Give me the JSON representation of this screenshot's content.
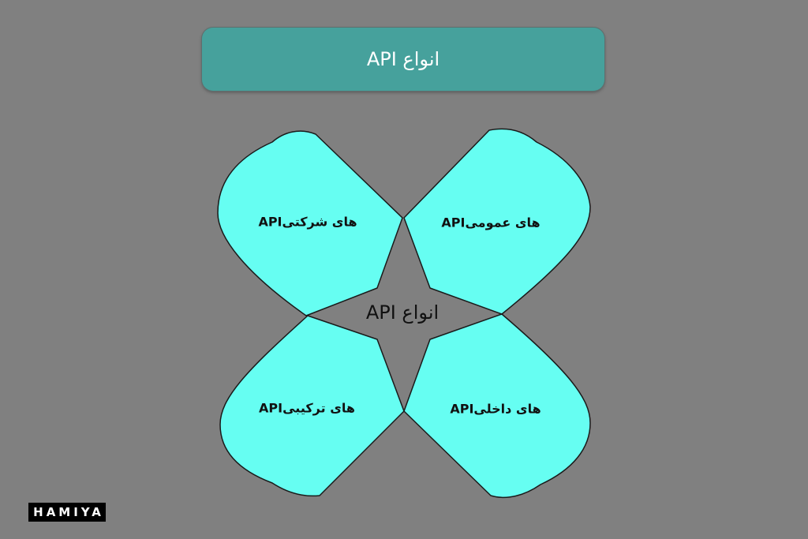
{
  "header": {
    "title": "انواع API"
  },
  "diagram": {
    "center_label": "انواع API",
    "petals": [
      {
        "id": "corporate",
        "label": "APIهای شرکتی"
      },
      {
        "id": "public",
        "label": "APIهای عمومی"
      },
      {
        "id": "composite",
        "label": "APIهای ترکیبی"
      },
      {
        "id": "internal",
        "label": "APIهای داخلی"
      }
    ]
  },
  "brand": {
    "logo_text": "HAMIYA"
  },
  "colors": {
    "background": "#808080",
    "banner": "#46a19c",
    "petal_fill": "#66fef2"
  }
}
